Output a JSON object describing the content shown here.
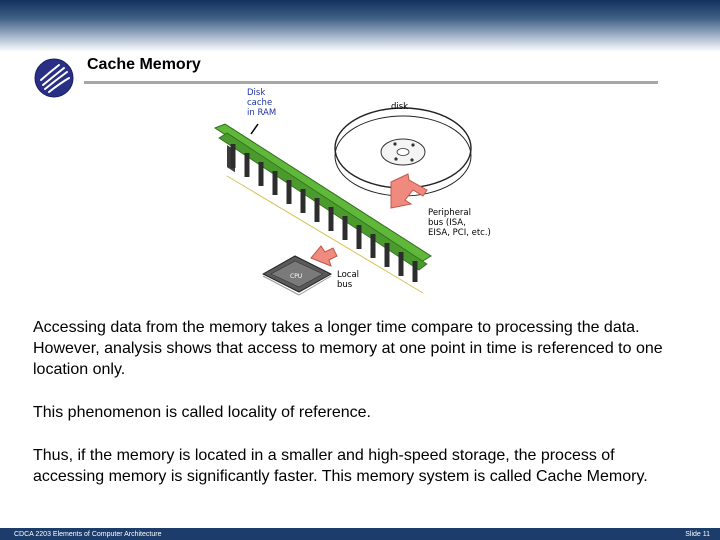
{
  "slide": {
    "title": "Cache Memory",
    "paragraphs": [
      "Accessing data from the memory takes a longer time compare to processing the data. However, analysis shows that access to memory at one point in time is referenced to one location only.",
      "This phenomenon is called locality of reference.",
      "Thus, if the memory is located in a smaller and high-speed storage, the process of accessing memory is significantly faster. This memory system is called Cache Memory."
    ]
  },
  "figure": {
    "disk_cache_label": "Disk\ncache\nin RAM",
    "disk_label": "disk",
    "peripheral_bus_label": "Peripheral\nbus (ISA,\nEISA, PCI, etc.)",
    "cpu_label": "CPU",
    "local_bus_label": "Local\nbus"
  },
  "footer": {
    "course": "CDCA 2203 Elements of Computer Architecture",
    "slide_number": "Slide 11"
  },
  "colors": {
    "header_blue": "#12335e",
    "footer_blue": "#1c3d6b",
    "ram_green": "#5fb83a",
    "arrow_salmon": "#f08a7e"
  }
}
